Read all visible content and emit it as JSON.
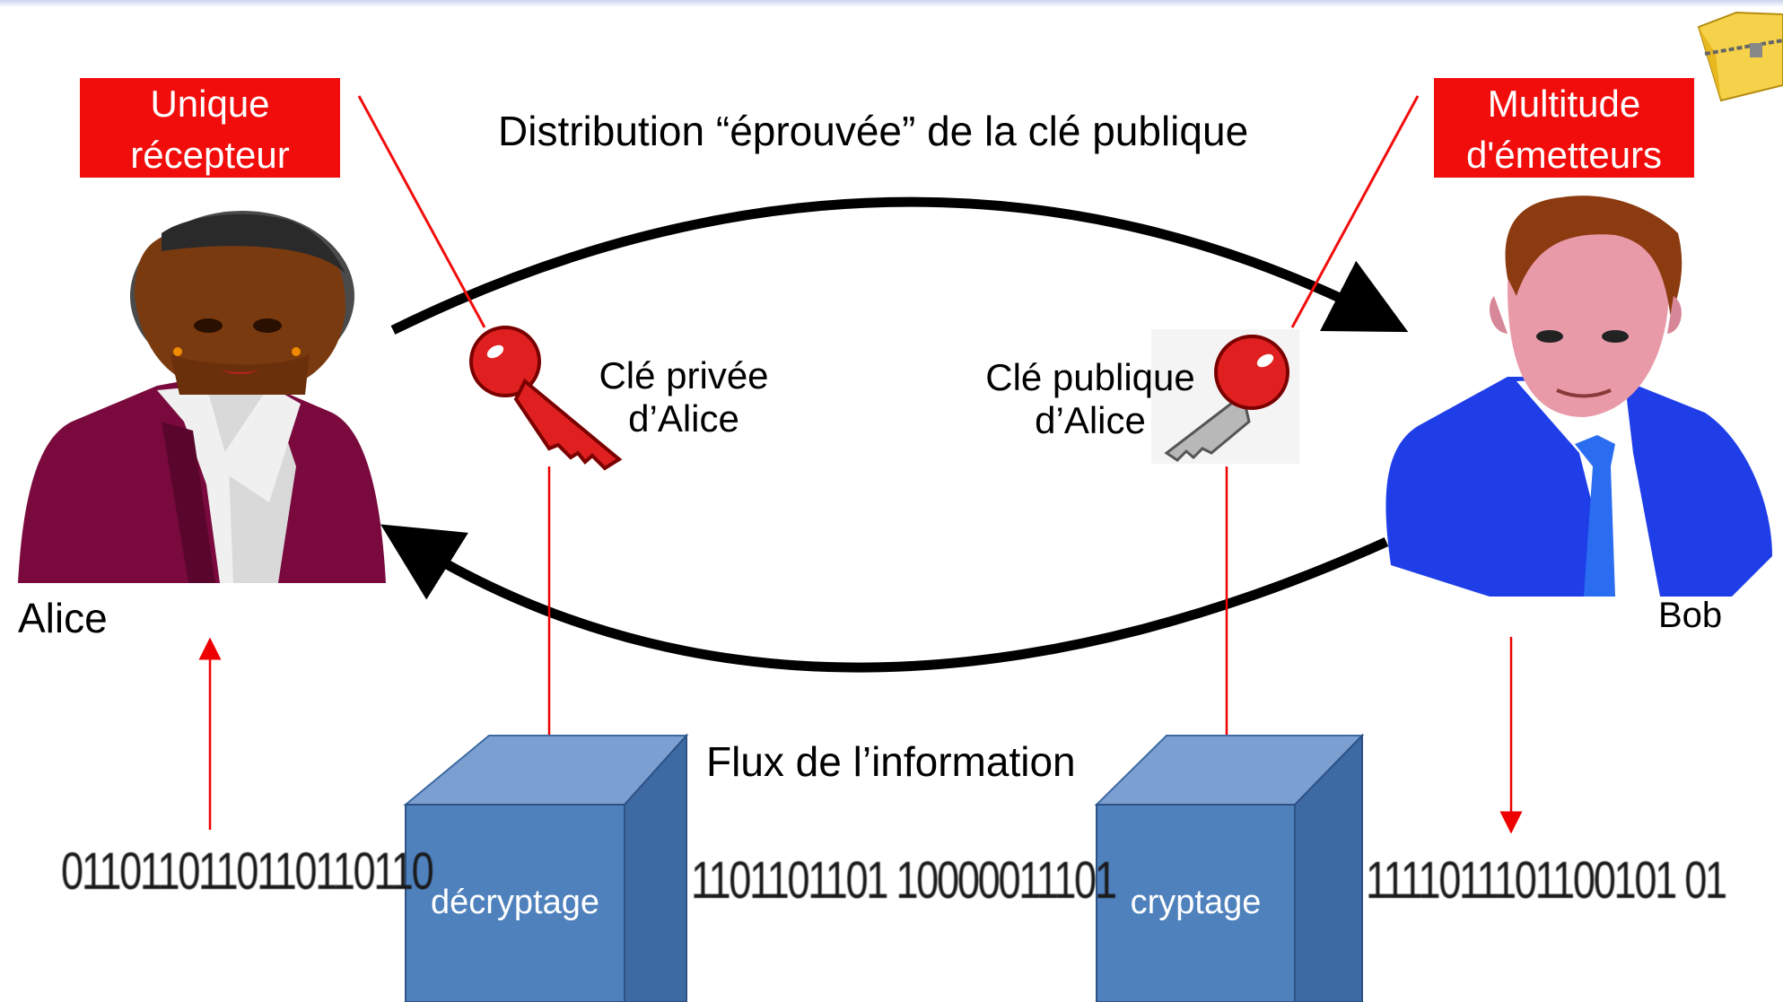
{
  "labels": {
    "unique_receiver": [
      "Unique",
      "récepteur"
    ],
    "multiple_senders": [
      "Multitude",
      "d'émetteurs"
    ],
    "distribution": "Distribution “éprouvée” de la clé publique",
    "private_key": [
      "Clé privée",
      "d’Alice"
    ],
    "public_key": [
      "Clé publique",
      "d’Alice"
    ],
    "alice": "Alice",
    "bob": "Bob",
    "flow": "Flux de l’information"
  },
  "boxes": {
    "decrypt": "décryptage",
    "encrypt": "cryptage"
  },
  "bitstreams": {
    "left": "0110110110110110110",
    "middle": "1101101101 10000011101",
    "right": "1111011101100101 01"
  },
  "colors": {
    "red": "#f20d0d",
    "cube_front": "#4f81bd",
    "cube_top": "#7b9fd0",
    "cube_side": "#3d6aa3",
    "key_red": "#e02020",
    "alice_jacket": "#7a0a3e",
    "bob_jacket": "#1f3ee8"
  }
}
